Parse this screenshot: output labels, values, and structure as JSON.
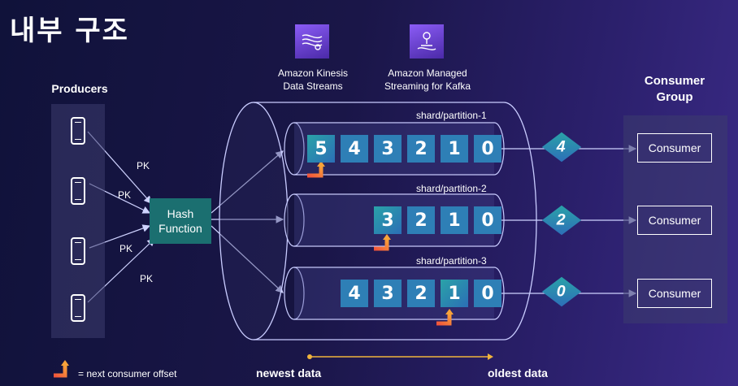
{
  "title": "내부 구조",
  "producers_label": "Producers",
  "pk_labels": [
    "PK",
    "PK",
    "PK",
    "PK"
  ],
  "hash_function": "Hash Function",
  "services": [
    {
      "name": "Amazon Kinesis Data Streams",
      "icon": "kinesis-icon"
    },
    {
      "name": "Amazon Managed Streaming for Kafka",
      "icon": "kafka-icon"
    }
  ],
  "shards": [
    {
      "label": "shard/partition-1",
      "records": [
        "5",
        "4",
        "3",
        "2",
        "1",
        "0"
      ]
    },
    {
      "label": "shard/partition-2",
      "records": [
        "3",
        "2",
        "1",
        "0"
      ]
    },
    {
      "label": "shard/partition-3",
      "records": [
        "4",
        "3",
        "2",
        "1",
        "0"
      ]
    }
  ],
  "in_flight": [
    "4",
    "2",
    "0"
  ],
  "consumer_group_label": "Consumer Group",
  "consumers": [
    "Consumer",
    "Consumer",
    "Consumer"
  ],
  "legend": "= next consumer offset",
  "newest": "newest data",
  "oldest": "oldest data",
  "colors": {
    "accent": "#2e7fb6",
    "hash": "#1b6f70",
    "offset": "#f47a3b"
  }
}
